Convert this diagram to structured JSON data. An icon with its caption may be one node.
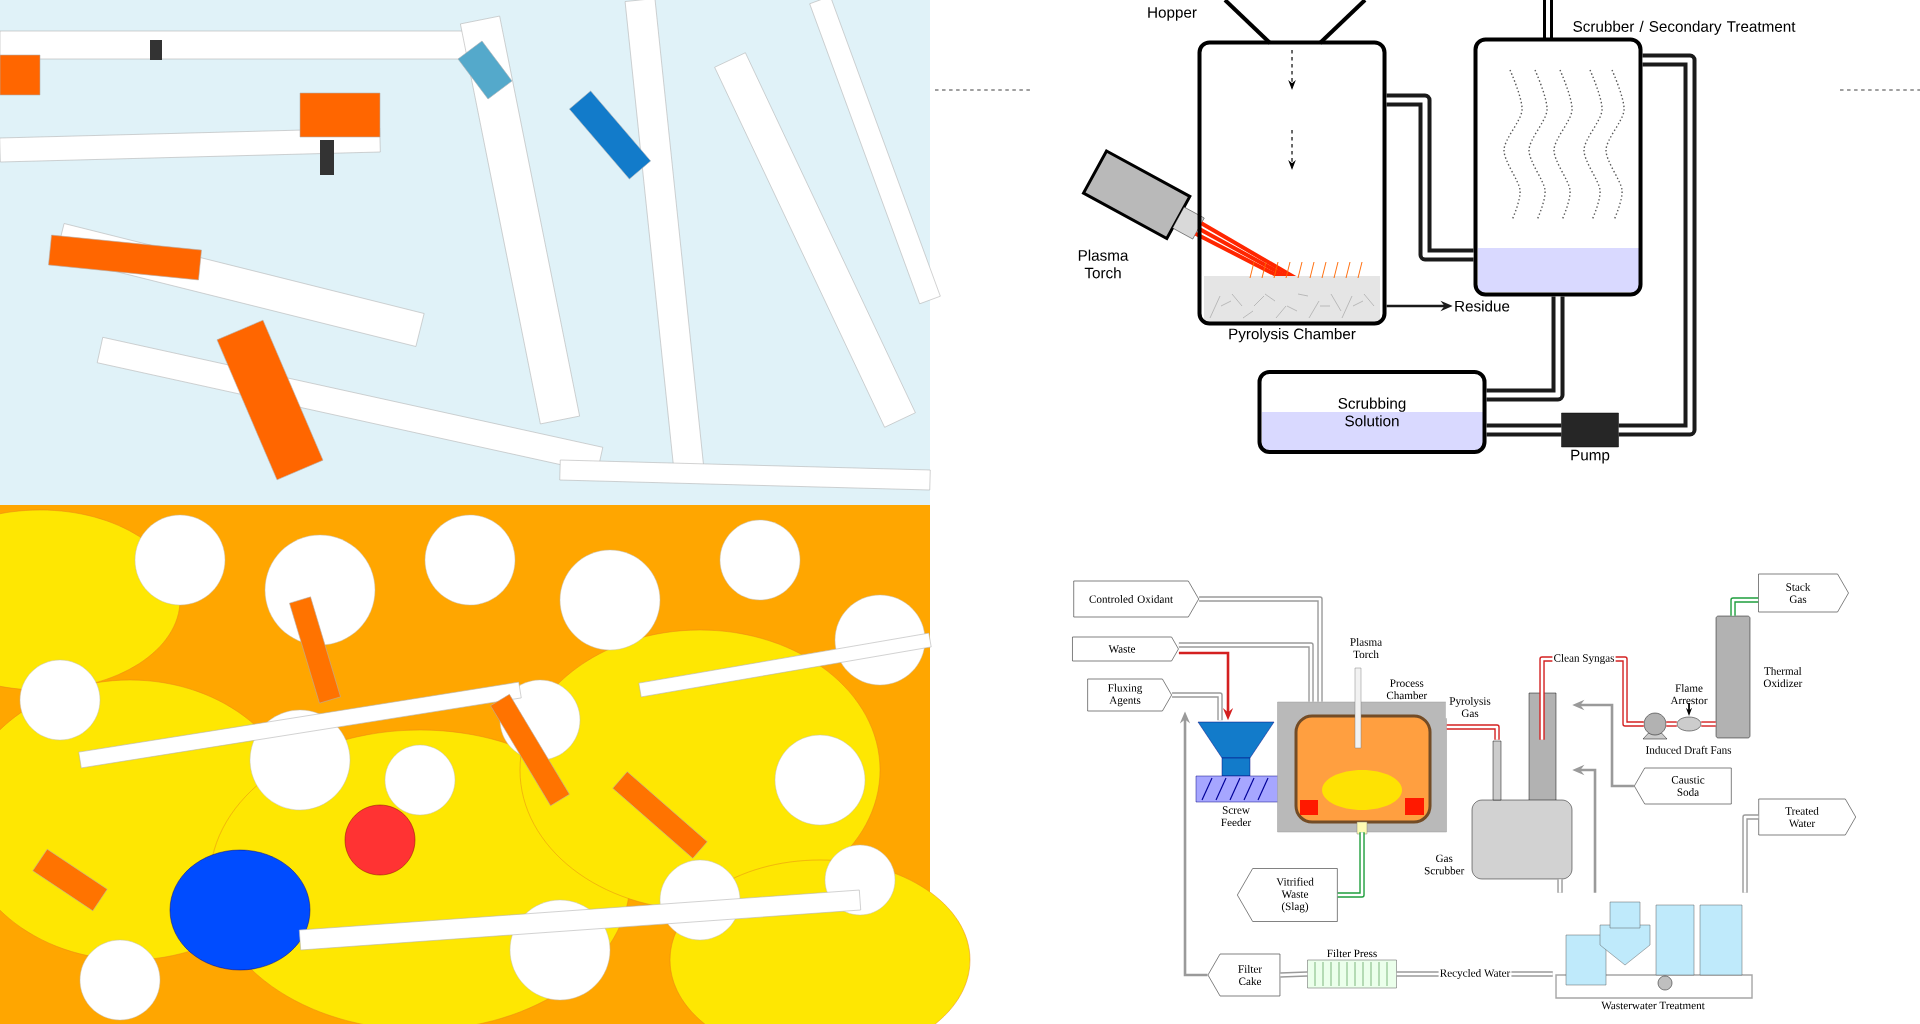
{
  "diagram": {
    "nodes": [
      {
        "text": [
          "Pyrolysis Chamber"
        ]
      },
      {
        "text": [
          "Scrubber / Secondary Treatment"
        ]
      },
      {
        "text": [
          "Scrubbing Solution"
        ]
      },
      {
        "text": [
          "Pump"
        ]
      },
      {
        "text": [
          "Residue"
        ]
      },
      {
        "text": [
          "Controled Oxidant"
        ]
      },
      {
        "text": [
          "Waste"
        ]
      },
      {
        "text": [
          "Fluxing Agents"
        ]
      },
      {
        "text": [
          "Screw Feeder"
        ]
      },
      {
        "text": [
          "Process Chamber"
        ]
      },
      {
        "text": [
          "Gas Scrubber"
        ]
      },
      {
        "text": [
          "Induced Draft Fans"
        ]
      },
      {
        "text": [
          "Flame Arrestor"
        ]
      },
      {
        "text": [
          "Thermal Oxidizer"
        ]
      },
      {
        "text": [
          "Stack Gas"
        ]
      },
      {
        "text": [
          "Caustic Soda"
        ]
      },
      {
        "text": [
          "Treated Water"
        ]
      },
      {
        "text": [
          "Vitrified Waste (Slag)"
        ]
      },
      {
        "text": [
          "Filter Cake"
        ]
      },
      {
        "text": [
          "Filter Press"
        ]
      },
      {
        "text": [
          "Wasterwater Treatment"
        ]
      }
    ],
    "edges": [
      {
        "from": 0,
        "to": 1,
        "arrow": "none",
        "style": "thick",
        "color": "#1a1a1a"
      },
      {
        "from": 1,
        "to": 2,
        "arrow": "none",
        "style": "thick",
        "color": "#1a1a1a"
      },
      {
        "from": 2,
        "to": 3,
        "arrow": "none",
        "style": "thick",
        "color": "#1a1a1a"
      },
      {
        "from": 3,
        "to": 1,
        "arrow": "none",
        "style": "thick",
        "color": "#1a1a1a"
      },
      {
        "from": 0,
        "to": 4,
        "arrow": "to",
        "color": "#1a1a1a"
      },
      {
        "from": 6,
        "to": 8,
        "arrow": "to",
        "color": "#d42020"
      },
      {
        "from": 5,
        "to": 9,
        "arrow": "none"
      },
      {
        "from": 6,
        "to": 9,
        "arrow": "none"
      },
      {
        "from": 7,
        "to": 8,
        "arrow": "none"
      },
      {
        "from": 18,
        "to": 7,
        "arrow": "to"
      },
      {
        "from": 9,
        "to": 10,
        "arrow": "none",
        "label": "Pyrolysis Gas",
        "color": "#d42020"
      },
      {
        "from": 9,
        "to": 17,
        "arrow": "none",
        "color": "#1e9e3c"
      },
      {
        "from": 10,
        "to": 11,
        "arrow": "none",
        "label": "Clean Syngas",
        "color": "#d42020"
      },
      {
        "from": 11,
        "to": 12,
        "arrow": "none",
        "color": "#d42020"
      },
      {
        "from": 12,
        "to": 13,
        "arrow": "none",
        "color": "#d42020"
      },
      {
        "from": 13,
        "to": 14,
        "arrow": "none",
        "color": "#1e9e3c"
      },
      {
        "from": 15,
        "to": 10,
        "arrow": "to"
      },
      {
        "from": 20,
        "to": 10,
        "arrow": "to"
      },
      {
        "from": 10,
        "to": 20,
        "arrow": "none"
      },
      {
        "from": 20,
        "to": 16,
        "arrow": "none"
      },
      {
        "from": 20,
        "to": 19,
        "arrow": "none",
        "label": "Recycled Water"
      },
      {
        "from": 19,
        "to": 18,
        "arrow": "none"
      }
    ],
    "labels": [
      "Hopper",
      "Plasma Torch",
      "Plasma Torch"
    ]
  }
}
